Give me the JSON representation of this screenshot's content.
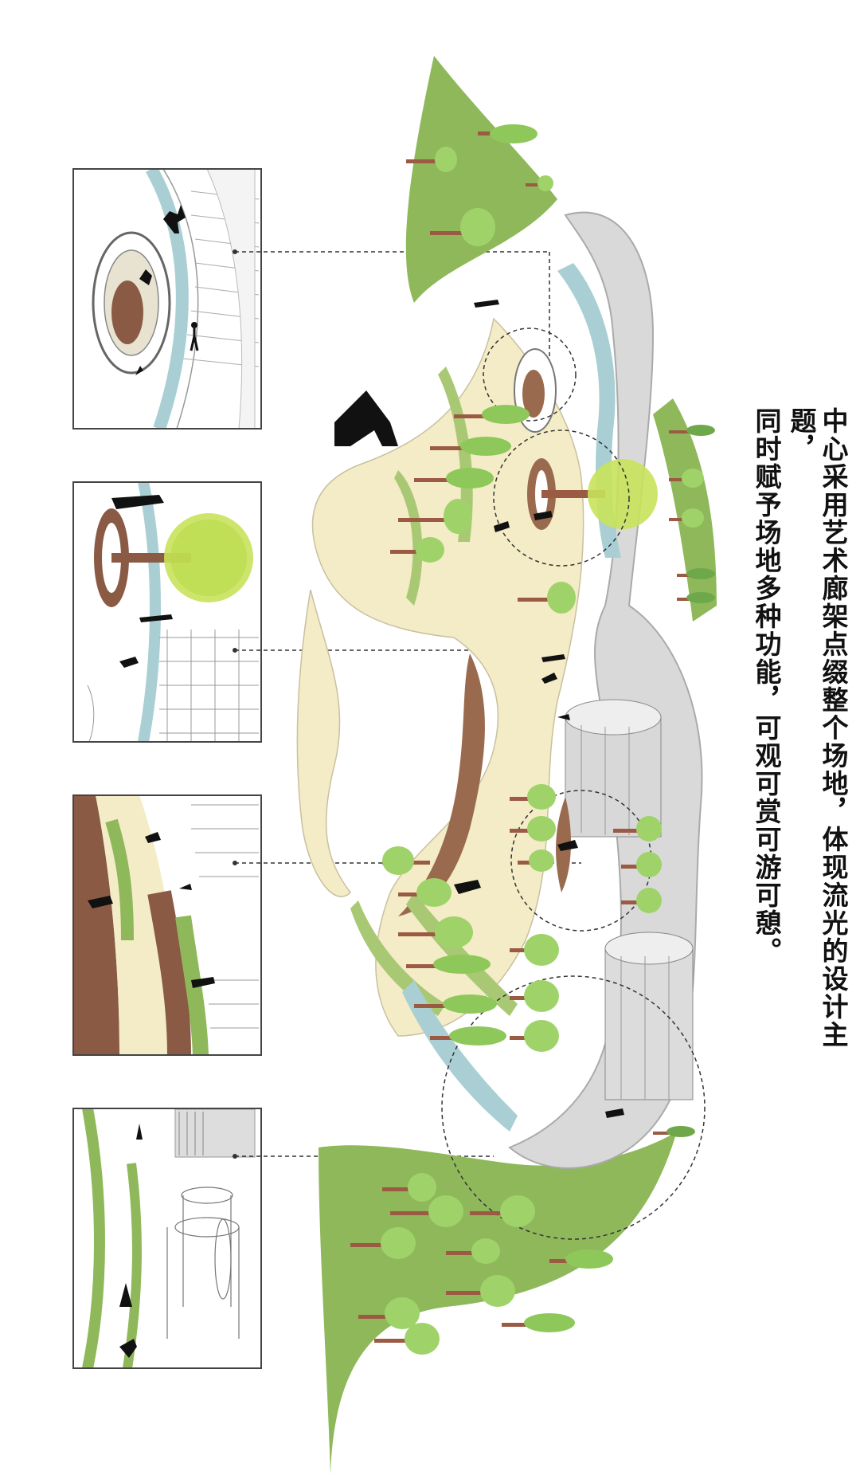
{
  "caption": {
    "line1": "中心采用艺术廊架点缀整个场地，体现流光的设计主题，",
    "line2": "同时赋予场地多种功能，可观可赏可游可憩。"
  },
  "colors": {
    "lawn": "#8fb85a",
    "lawn_light": "#a9c874",
    "path": "#f3ecc6",
    "soil": "#9a6a4e",
    "water": "#a9cfd4",
    "pavilion_gray": "#d9d9d9",
    "tree_trunk": "#9b5a43",
    "tree_canopy": "#9fd36a",
    "highlight_tree": "#c8e25a",
    "silhouette": "#111111",
    "leader": "#333333"
  },
  "insets": [
    {
      "name": "inset-circular-planter-seating",
      "icon": "planter-scene"
    },
    {
      "name": "inset-tree-island-gallery",
      "icon": "tree-island-scene"
    },
    {
      "name": "inset-curved-walkway-lawn",
      "icon": "walkway-scene"
    },
    {
      "name": "inset-pavilion-gallery",
      "icon": "pavilion-scene"
    }
  ]
}
